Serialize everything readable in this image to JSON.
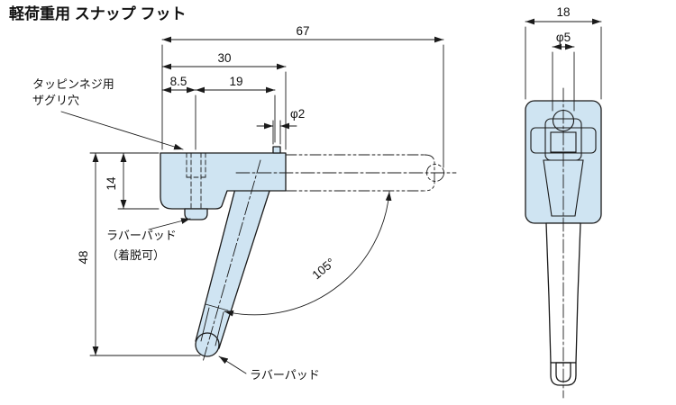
{
  "title": "軽荷重用 スナップ フット",
  "colors": {
    "part_fill": "#cfe4f2",
    "line": "#1a1a1a"
  },
  "side_view": {
    "dims": {
      "overall_width": "67",
      "to_body_end": "30",
      "to_hole": "8.5",
      "hole_to_pin": "19",
      "pin_dia": "φ2",
      "body_height": "14",
      "overall_height": "48",
      "angle": "105°"
    },
    "labels": {
      "counterbore_l1": "タッピンネジ用",
      "counterbore_l2": "ザグリ穴",
      "rubber_pad_l1": "ラバーパッド",
      "rubber_pad_l2": "（着脱可）",
      "rubber_pad_tip": "ラバーパッド"
    }
  },
  "front_view": {
    "dims": {
      "width": "18",
      "hole_dia": "φ5"
    }
  }
}
